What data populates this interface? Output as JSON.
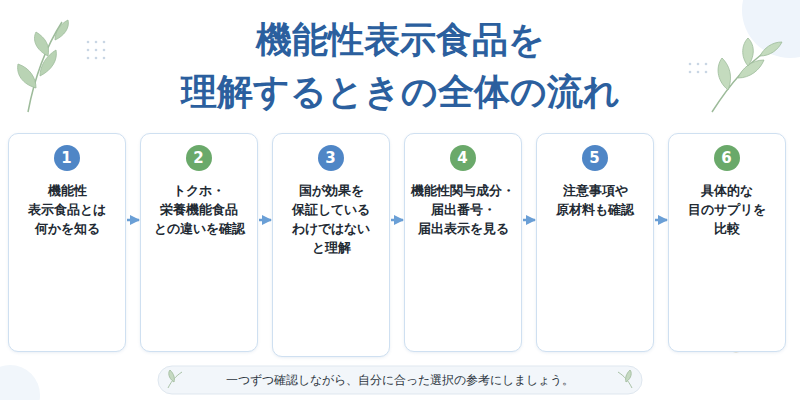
{
  "diagram": {
    "title": "機能性表示食品を 理解するときの全体の流れ",
    "caption": "一つずつ確認しながら、自分に合った選択の参考にしましょう。",
    "nodes": [
      {
        "text": [
          "機能性 表示食品とは 何かを知る"
        ]
      },
      {
        "text": [
          "1"
        ],
        "in": 0
      },
      {
        "text": [
          "トクホ・ 栄養機能食品 との違いを確認"
        ]
      },
      {
        "text": [
          "2"
        ],
        "in": 2
      },
      {
        "text": [
          "国が効果を 保証している わけではない と理解"
        ]
      },
      {
        "text": [
          "3"
        ],
        "in": 4
      },
      {
        "text": [
          "機能性関与成分・ 届出番号・ 届出表示を見る"
        ]
      },
      {
        "text": [
          "4"
        ],
        "in": 6
      },
      {
        "text": [
          "注意事項や 原材料も確認"
        ]
      },
      {
        "text": [
          "5"
        ],
        "in": 8
      },
      {
        "text": [
          "具体的な 目のサプリを 比較"
        ]
      },
      {
        "text": [
          "6"
        ],
        "in": 10
      }
    ],
    "edges": [
      {
        "from": 0,
        "to": 2,
        "arrow": "to"
      },
      {
        "from": 2,
        "to": 4,
        "arrow": "to"
      },
      {
        "from": 4,
        "to": 6,
        "arrow": "to"
      },
      {
        "from": 6,
        "to": 8,
        "arrow": "to"
      },
      {
        "from": 8,
        "to": 10,
        "arrow": "to"
      }
    ],
    "labels": [
      "トクホ",
      "栄養機能食品"
    ]
  }
}
